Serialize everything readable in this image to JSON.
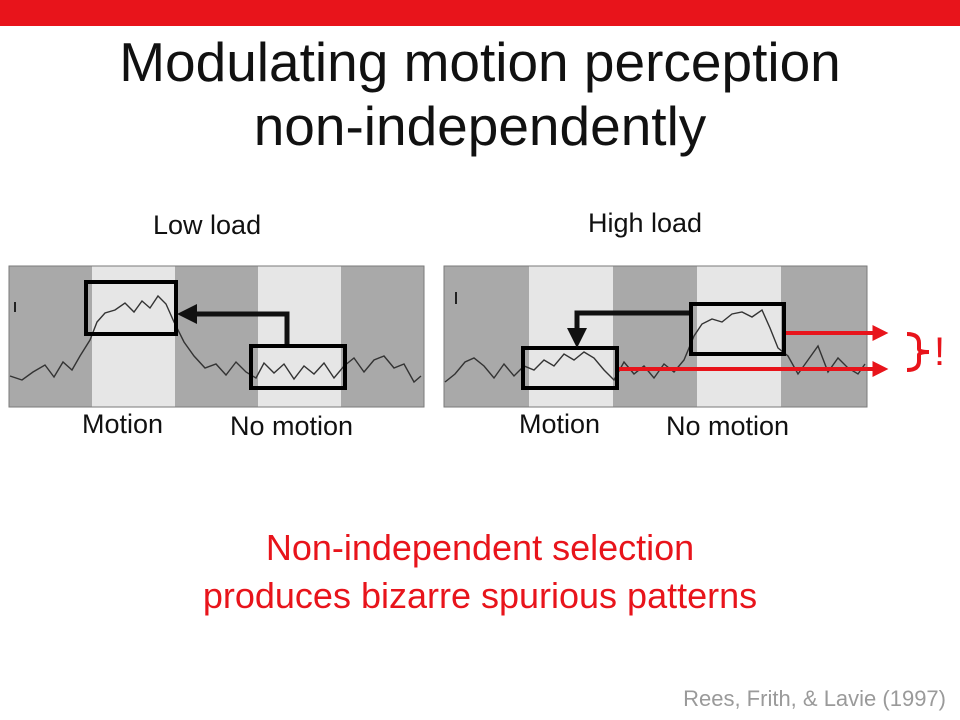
{
  "slide": {
    "title_line1": "Modulating motion perception",
    "title_line2": "non-independently",
    "message_line1": "Non-independent selection",
    "message_line2": "produces bizarre spurious patterns",
    "citation": "Rees, Frith, & Lavie (1997)",
    "exclamation": "!"
  },
  "panels": [
    {
      "label": "Low load",
      "block_pattern": [
        "fixation",
        "motion",
        "fixation",
        "no-motion",
        "fixation"
      ],
      "x_labels": [
        "Motion",
        "No motion"
      ]
    },
    {
      "label": "High load",
      "block_pattern": [
        "fixation",
        "motion",
        "fixation",
        "no-motion",
        "fixation"
      ],
      "x_labels": [
        "Motion",
        "No motion"
      ]
    }
  ],
  "colors": {
    "accent": "#e8141b",
    "block_dark": "#a9a9a9",
    "block_light": "#e6e6e6",
    "ink": "#111111",
    "citation": "#9a9a9a"
  }
}
